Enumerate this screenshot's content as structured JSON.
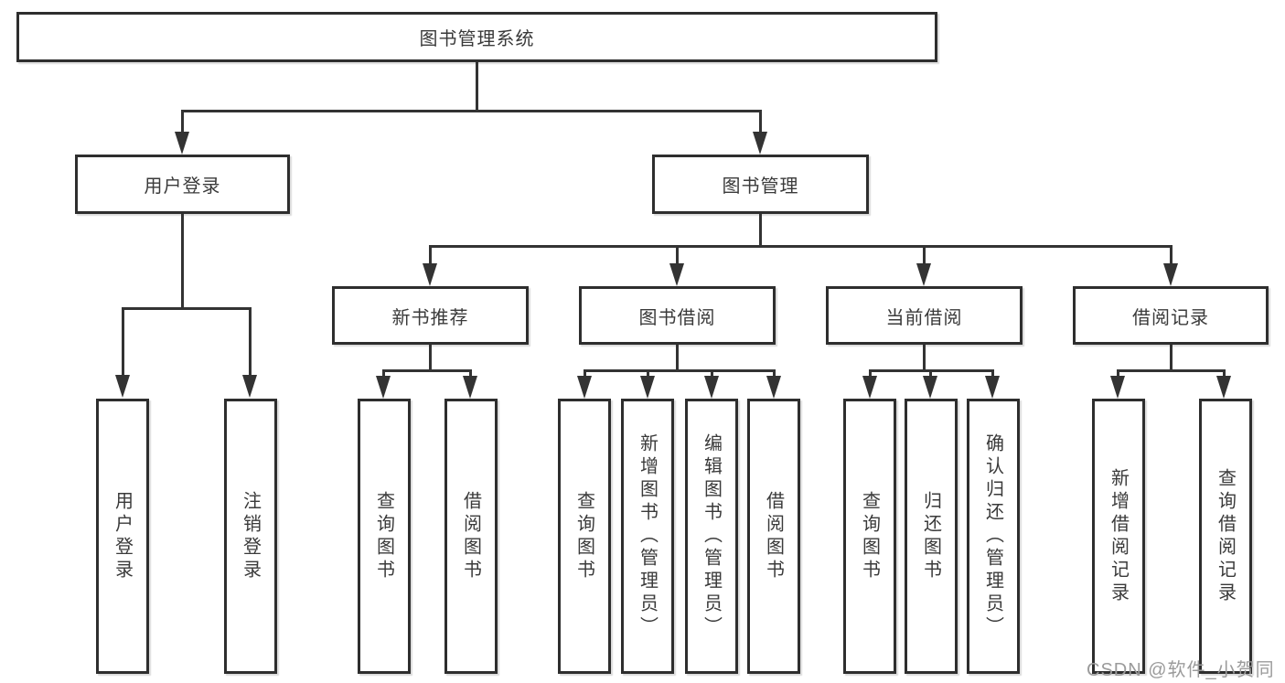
{
  "diagram": {
    "root": {
      "label": "图书管理系统"
    },
    "branches": [
      {
        "label": "用户登录",
        "children": [
          {
            "label": "用户登录"
          },
          {
            "label": "注销登录"
          }
        ]
      },
      {
        "label": "图书管理",
        "children": [
          {
            "label": "新书推荐",
            "children": [
              {
                "label": "查询图书"
              },
              {
                "label": "借阅图书"
              }
            ]
          },
          {
            "label": "图书借阅",
            "children": [
              {
                "label": "查询图书"
              },
              {
                "label": "新增图书（管理员）"
              },
              {
                "label": "编辑图书（管理员）"
              },
              {
                "label": "借阅图书"
              }
            ]
          },
          {
            "label": "当前借阅",
            "children": [
              {
                "label": "查询图书"
              },
              {
                "label": "归还图书"
              },
              {
                "label": "确认归还（管理员）"
              }
            ]
          },
          {
            "label": "借阅记录",
            "children": [
              {
                "label": "新增借阅记录"
              },
              {
                "label": "查询借阅记录"
              }
            ]
          }
        ]
      }
    ]
  },
  "watermark": {
    "text": "CSDN @软件_小贺同学"
  },
  "colors": {
    "line": "#333333",
    "border": "#2e2e2e",
    "text": "#3a3a3a",
    "watermark": "#9b9b9b",
    "background": "#ffffff"
  }
}
